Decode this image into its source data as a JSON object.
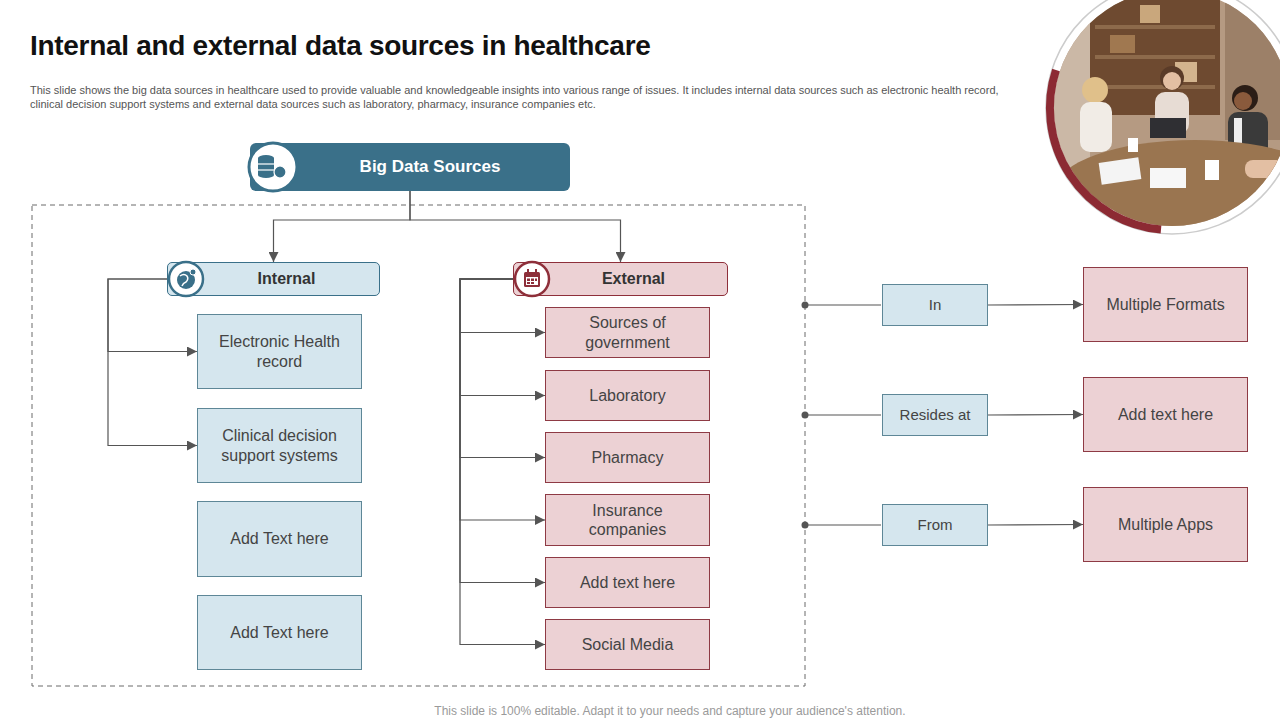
{
  "diagram": {
    "title": "Internal and external data sources in healthcare",
    "nodes": [
      {
        "text": [
          "Big Data Sources"
        ]
      },
      {
        "text": [
          "Internal"
        ]
      },
      {
        "text": [
          "Electronic Health record"
        ]
      },
      {
        "text": [
          "Clinical decision support systems"
        ]
      },
      {
        "text": [
          "Add Text here"
        ]
      },
      {
        "text": [
          "Add Text here"
        ]
      },
      {
        "text": [
          "External"
        ]
      },
      {
        "text": [
          "Sources of government"
        ]
      },
      {
        "text": [
          "Laboratory"
        ]
      },
      {
        "text": [
          "Pharmacy"
        ]
      },
      {
        "text": [
          "Insurance companies"
        ]
      },
      {
        "text": [
          "Add text here"
        ]
      },
      {
        "text": [
          "Social Media"
        ]
      },
      {
        "text": [
          "In"
        ]
      },
      {
        "text": [
          "Multiple Formats"
        ]
      },
      {
        "text": [
          "Resides at"
        ]
      },
      {
        "text": [
          "Add text here"
        ]
      },
      {
        "text": [
          "From"
        ]
      },
      {
        "text": [
          "Multiple Apps"
        ]
      }
    ],
    "edges": [
      {
        "from": 0,
        "to": 1,
        "arrow": "to"
      },
      {
        "from": 0,
        "to": 6,
        "arrow": "to"
      },
      {
        "from": 1,
        "to": 2,
        "arrow": "to"
      },
      {
        "from": 1,
        "to": 3,
        "arrow": "to"
      },
      {
        "from": 6,
        "to": 7,
        "arrow": "to"
      },
      {
        "from": 6,
        "to": 8,
        "arrow": "to"
      },
      {
        "from": 6,
        "to": 9,
        "arrow": "to"
      },
      {
        "from": 6,
        "to": 10,
        "arrow": "to"
      },
      {
        "from": 6,
        "to": 11,
        "arrow": "to"
      },
      {
        "from": 6,
        "to": 12,
        "arrow": "to"
      },
      {
        "from": 13,
        "to": 14,
        "arrow": "to"
      },
      {
        "from": 15,
        "to": 16,
        "arrow": "to"
      },
      {
        "from": 17,
        "to": 18,
        "arrow": "to"
      }
    ],
    "labels": [
      "This slide shows the big data sources in healthcare used to provide valuable and knowledgeable insights into various range of issues. It includes internal data sources such as electronic health record, clinical decision support systems and external data sources such as laboratory, pharmacy, insurance companies etc.",
      "This slide is 100% editable. Adapt it to your needs and capture your audience's attention."
    ]
  }
}
